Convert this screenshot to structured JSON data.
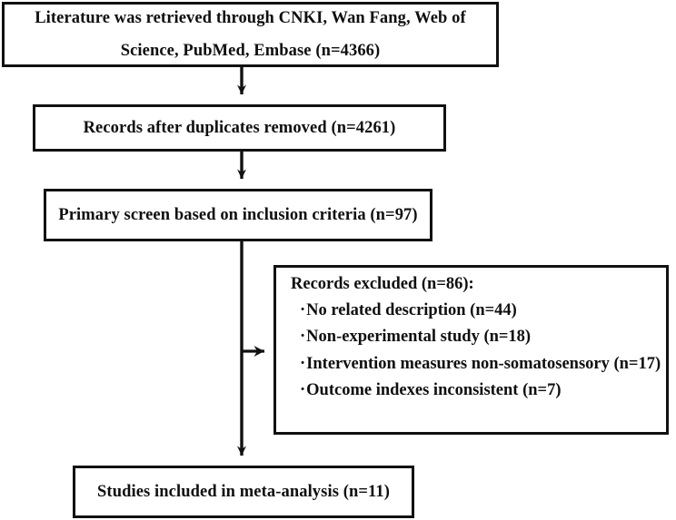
{
  "diagram": {
    "title": "PRISMA study selection flow diagram",
    "stroke_color": "#111111",
    "text_color": "#100f0f",
    "background": "#ffffff",
    "boxes": {
      "sources": {
        "text": "Literature was retrieved through CNKI, Wan Fang, Web of\nScience, PubMed, Embase (n=4366)",
        "count": 4366
      },
      "dedup": {
        "text": "Records after duplicates removed (n=4261)",
        "count": 4261
      },
      "screen": {
        "text": "Primary screen based on inclusion criteria (n=97)",
        "count": 97
      },
      "excluded": {
        "heading": "Records excluded (n=86):",
        "count": 86,
        "bullet": "·",
        "reasons": [
          {
            "label": "No related description (n=44)",
            "count": 44
          },
          {
            "label": "Non-experimental study (n=18)",
            "count": 18
          },
          {
            "label": "Intervention measures non-somatosensory (n=17)",
            "count": 17
          },
          {
            "label": "Outcome indexes inconsistent (n=7)",
            "count": 7
          }
        ]
      },
      "included": {
        "text": "Studies included in meta-analysis (n=11)",
        "count": 11
      }
    },
    "connectors": [
      {
        "name": "sources-to-dedup",
        "type": "arrow-down"
      },
      {
        "name": "dedup-to-screen",
        "type": "arrow-down"
      },
      {
        "name": "screen-to-included",
        "type": "arrow-down"
      },
      {
        "name": "screen-to-excluded",
        "type": "arrow-right"
      }
    ]
  }
}
